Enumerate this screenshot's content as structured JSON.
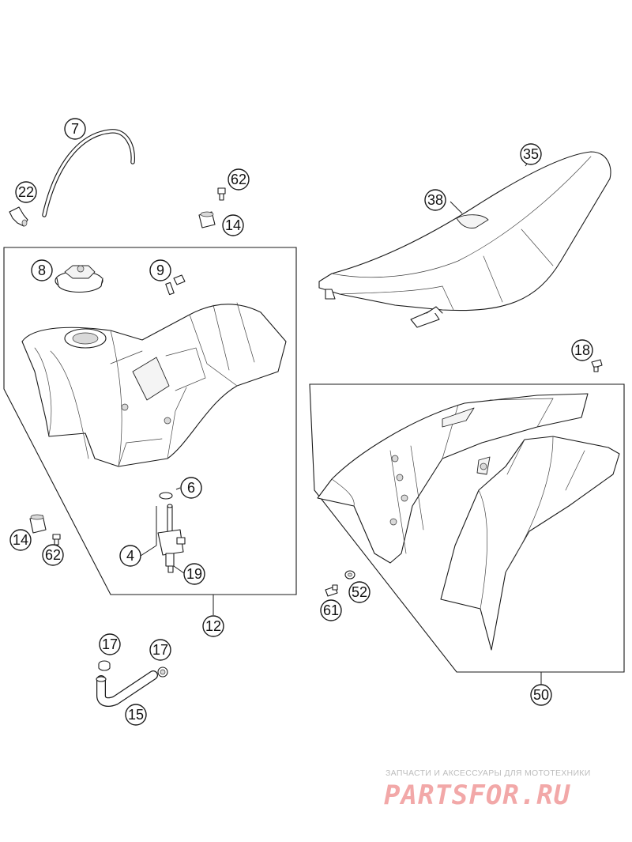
{
  "callouts": {
    "c7": "7",
    "c22": "22",
    "c62a": "62",
    "c14a": "14",
    "c8": "8",
    "c9": "9",
    "c35": "35",
    "c38": "38",
    "c18": "18",
    "c6": "6",
    "c4": "4",
    "c19": "19",
    "c14b": "14",
    "c62b": "62",
    "c12": "12",
    "c52": "52",
    "c61": "61",
    "c50": "50",
    "c17a": "17",
    "c17b": "17",
    "c15": "15"
  },
  "watermark": {
    "tagline": "ЗАПЧАСТИ И АКСЕССУАРЫ ДЛЯ МОТОТЕХНИКИ",
    "brand": "PARTSFOR.RU"
  },
  "colors": {
    "line": "#1a1a1a",
    "watermark_red": "#f2a8a8",
    "watermark_grey": "#bdbdbd"
  }
}
